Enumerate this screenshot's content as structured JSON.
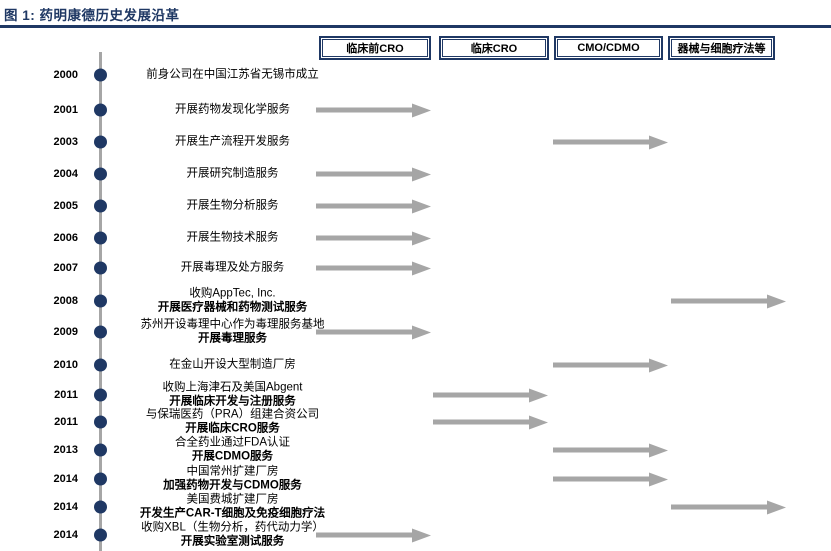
{
  "figure": {
    "title": "图 1: 药明康德历史发展沿革"
  },
  "colors": {
    "navy": "#1f3864",
    "arrow_gray": "#a6a6a6"
  },
  "columns": [
    {
      "label": "临床前CRO"
    },
    {
      "label": "临床CRO"
    },
    {
      "label": "CMO/CDMO"
    },
    {
      "label": "器械与细胞疗法等"
    }
  ],
  "rows": [
    {
      "year": "2000",
      "line1": "前身公司在中国江苏省无锡市成立",
      "line2": "",
      "arrow_col": null
    },
    {
      "year": "2001",
      "line1": "开展药物发现化学服务",
      "line2": "",
      "arrow_col": 0
    },
    {
      "year": "2003",
      "line1": "开展生产流程开发服务",
      "line2": "",
      "arrow_col": 2
    },
    {
      "year": "2004",
      "line1": "开展研究制造服务",
      "line2": "",
      "arrow_col": 0
    },
    {
      "year": "2005",
      "line1": "开展生物分析服务",
      "line2": "",
      "arrow_col": 0
    },
    {
      "year": "2006",
      "line1": "开展生物技术服务",
      "line2": "",
      "arrow_col": 0
    },
    {
      "year": "2007",
      "line1": "开展毒理及处方服务",
      "line2": "",
      "arrow_col": 0
    },
    {
      "year": "2008",
      "line1": "收购AppTec, Inc.",
      "line2": "开展医疗器械和药物测试服务",
      "arrow_col": 3
    },
    {
      "year": "2009",
      "line1": "苏州开设毒理中心作为毒理服务基地",
      "line2": "开展毒理服务",
      "arrow_col": 0
    },
    {
      "year": "2010",
      "line1": "在金山开设大型制造厂房",
      "line2": "",
      "arrow_col": 2
    },
    {
      "year": "2011",
      "line1": "收购上海津石及美国Abgent",
      "line2": "开展临床开发与注册服务",
      "arrow_col": 1
    },
    {
      "year": "2011",
      "line1": "与保瑞医药（PRA）组建合资公司",
      "line2": "开展临床CRO服务",
      "arrow_col": 1
    },
    {
      "year": "2013",
      "line1": "合全药业通过FDA认证",
      "line2": "开展CDMO服务",
      "arrow_col": 2
    },
    {
      "year": "2014",
      "line1": "中国常州扩建厂房",
      "line2": "加强药物开发与CDMO服务",
      "arrow_col": 2
    },
    {
      "year": "2014",
      "line1": "美国费城扩建厂房",
      "line2": "开发生产CAR-T细胞及免疫细胞疗法",
      "arrow_col": 3
    },
    {
      "year": "2014",
      "line1": "收购XBL（生物分析，药代动力学）",
      "line2": "开展实验室测试服务",
      "arrow_col": 0
    }
  ]
}
